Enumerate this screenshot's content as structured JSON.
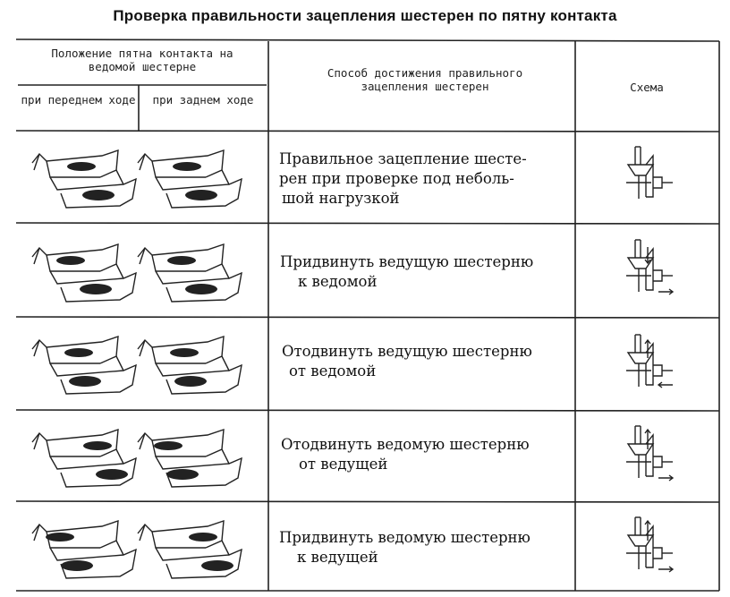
{
  "title": "Проверка правильности зацепления шестерен по пятну контакта",
  "header": {
    "position": "Положение пятна контакта на ведомой шестерне",
    "forward": "при переднем ходе",
    "reverse": "при заднем ходе",
    "method": "Способ достижения правильного зацепления шестерен",
    "scheme": "Схема"
  },
  "rows": [
    {
      "method": [
        "Правильное зацепление шесте-",
        "рен при проверке под неболь-",
        "шой нагрузкой"
      ],
      "scheme_icon": "gear-scheme-correct-icon"
    },
    {
      "method": [
        "Придвинуть ведущую шестерню",
        "к ведомой"
      ],
      "scheme_icon": "gear-scheme-move-drive-in-icon"
    },
    {
      "method": [
        "Отодвинуть ведущую шестерню",
        "от ведомой"
      ],
      "scheme_icon": "gear-scheme-move-drive-out-icon"
    },
    {
      "method": [
        "Отодвинуть ведомую шестерню",
        "от ведущей"
      ],
      "scheme_icon": "gear-scheme-move-driven-out-icon"
    },
    {
      "method": [
        "Придвинуть ведомую шестерню",
        "к ведущей"
      ],
      "scheme_icon": "gear-scheme-move-driven-in-icon"
    }
  ],
  "colors": {
    "ink": "#111111",
    "line": "#222222",
    "background": "#ffffff"
  }
}
